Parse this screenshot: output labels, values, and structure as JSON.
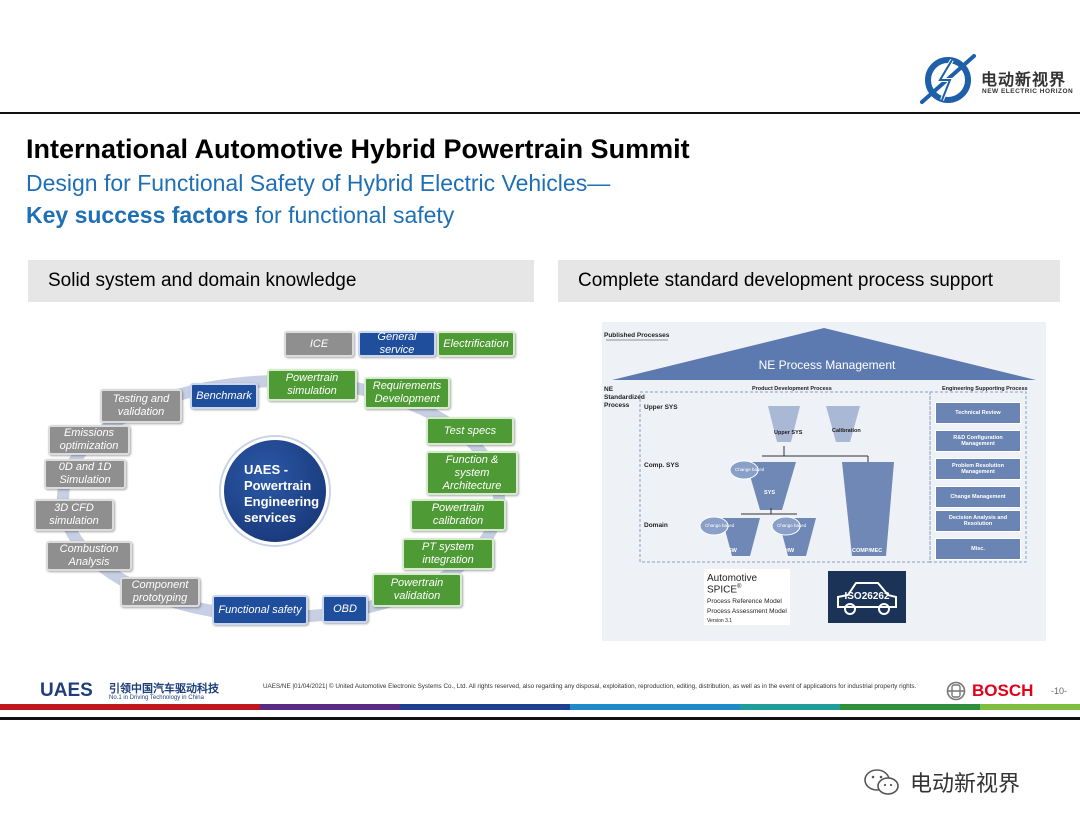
{
  "brand": {
    "logo_cn": "电动新视界",
    "logo_en": "NEW ELECTRIC HORIZON",
    "wechat_label": "电动新视界"
  },
  "slide": {
    "title": "International Automotive Hybrid Powertrain Summit",
    "subtitle_line1": "Design for Functional Safety of Hybrid Electric Vehicles—",
    "subtitle_bold": "Key success factors",
    "subtitle_rest": " for functional safety"
  },
  "left_panel": {
    "heading": "Solid system and domain knowledge",
    "hub_label": "UAES - Powertrain Engineering services",
    "boxes": [
      {
        "label": "ICE"
      },
      {
        "label": "General service"
      },
      {
        "label": "Electrification"
      },
      {
        "label": "Powertrain simulation"
      },
      {
        "label": "Requirements Development"
      },
      {
        "label": "Benchmark"
      },
      {
        "label": "Testing and validation"
      },
      {
        "label": "Test specs"
      },
      {
        "label": "Emissions optimization"
      },
      {
        "label": "Function & system Architecture"
      },
      {
        "label": "0D and 1D Simulation"
      },
      {
        "label": "Powertrain calibration"
      },
      {
        "label": "3D CFD simulation"
      },
      {
        "label": "PT system integration"
      },
      {
        "label": "Combustion Analysis"
      },
      {
        "label": "Powertrain validation"
      },
      {
        "label": "Component prototyping"
      },
      {
        "label": "Functional safety"
      },
      {
        "label": "OBD"
      }
    ]
  },
  "right_panel": {
    "heading": "Complete standard development process support",
    "published": "Published Processes",
    "roof": "NE Process Management",
    "ne_std": "NE Standardized Process",
    "pdp": "Product Development Process",
    "esp": "Engineering Supporting Process",
    "levels": [
      "Upper SYS",
      "Comp. SYS",
      "Domain"
    ],
    "v_labels": [
      "Upper SYS",
      "Calibration",
      "SYS",
      "SW",
      "HW",
      "COMP/MEC"
    ],
    "change_based": "Change based",
    "support": [
      "Technical Review",
      "R&D Configuration Management",
      "Problem Resolution Management",
      "Change Management",
      "Decision Analysis and Resolution",
      "Misc."
    ],
    "spice_title": "Automotive SPICE",
    "spice_reg": "®",
    "spice_lines": [
      "Process Reference Model",
      "Process Assessment Model"
    ],
    "spice_version": "Version 3.1",
    "iso": "ISO26262"
  },
  "footer": {
    "company": "UAES",
    "company_cn": "引领中国汽车驱动科技",
    "company_tagline": "No.1 in Driving Technology in China",
    "legal": "UAES/NE |01/04/2021| © United Automotive Electronic Systems Co., Ltd.  All rights reserved, also regarding any disposal, exploitation, reproduction, editing, distribution, as well as in the event of applications for industrial property rights.",
    "bosch": "BOSCH",
    "page": "-10-"
  },
  "colors": {
    "accent_blue": "#1f6fb7",
    "box_gray": "#8f8f8f",
    "box_blue": "#1f4e9c",
    "box_green": "#4e9a34",
    "bosch_red": "#e2001a"
  }
}
